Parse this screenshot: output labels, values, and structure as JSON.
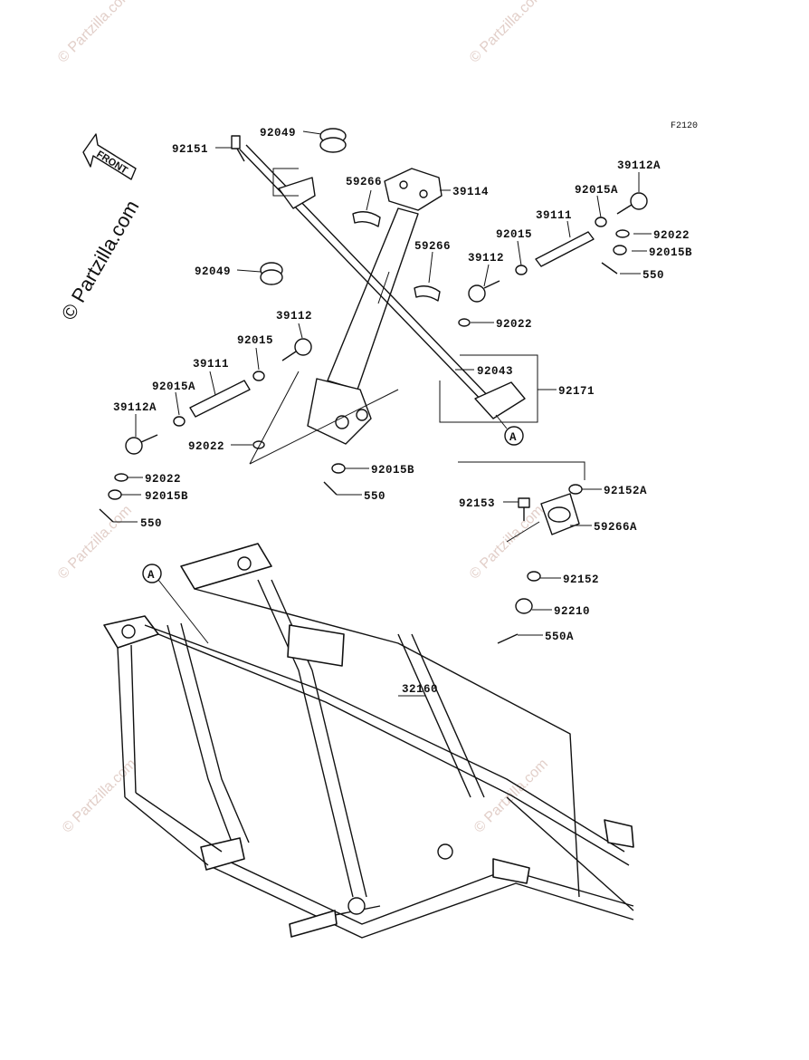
{
  "figure_code": "F2120",
  "front_label": "FRONT",
  "watermark": "© Partzilla.com",
  "labels": {
    "l92049a": "92049",
    "l92151": "92151",
    "l59266a": "59266",
    "l39114": "39114",
    "l39112Ar": "39112A",
    "l92015Ar": "92015A",
    "l39111r": "39111",
    "l92022r1": "92022",
    "l92015r": "92015",
    "l92015Br": "92015B",
    "l59266b": "59266",
    "l39112r": "39112",
    "l550r": "550",
    "l92049b": "92049",
    "l92022c": "92022",
    "l39112l": "39112",
    "l92043": "92043",
    "l92015l": "92015",
    "l39111l": "39111",
    "l92171": "92171",
    "l92015Al": "92015A",
    "l39112Al": "39112A",
    "l92022l1": "92022",
    "l92015Bc": "92015B",
    "l92022l2": "92022",
    "l550c": "550",
    "l92015Bl": "92015B",
    "l550l": "550",
    "l92152A": "92152A",
    "l92153": "92153",
    "l59266A": "59266A",
    "l92152": "92152",
    "l92210": "92210",
    "l550A": "550A",
    "l32160": "32160",
    "refA1": "A",
    "refA2": "A"
  },
  "colors": {
    "line": "#111111",
    "watermark": "#e2cfc9",
    "background": "#ffffff"
  }
}
